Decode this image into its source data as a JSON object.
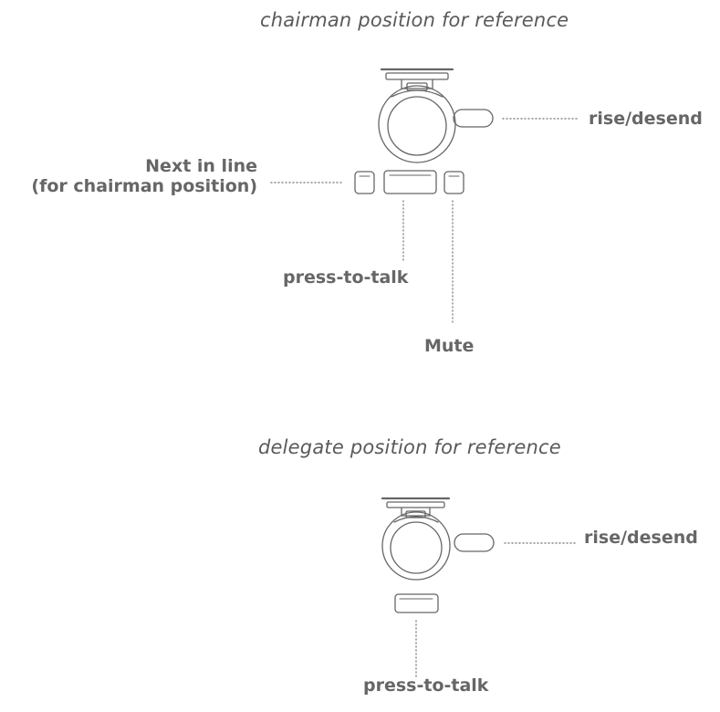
{
  "chairman": {
    "title": "chairman position for reference",
    "labels": {
      "rise": "rise/desend",
      "next_line1": "Next in line",
      "next_line2": "(for chairman position)",
      "press": "press-to-talk",
      "mute": "Mute"
    }
  },
  "delegate": {
    "title": "delegate position for reference",
    "labels": {
      "rise": "rise/desend",
      "press": "press-to-talk"
    }
  },
  "colors": {
    "line": "#666666",
    "dotted": "#888888",
    "text": "#666666"
  }
}
